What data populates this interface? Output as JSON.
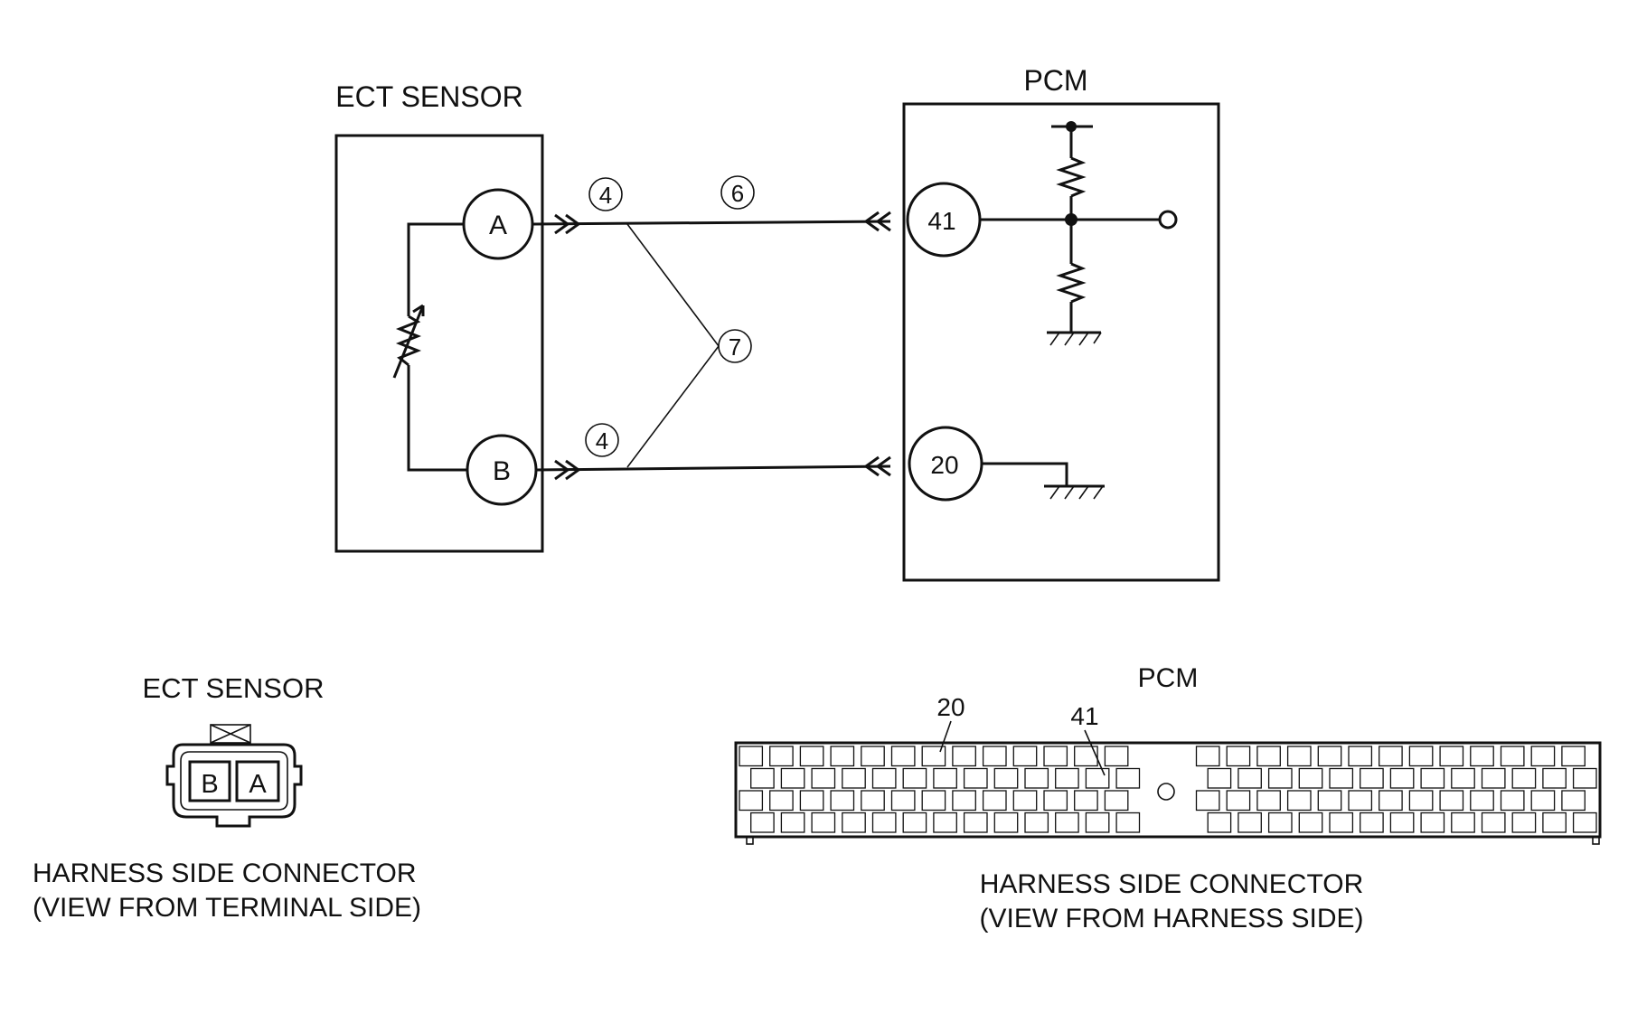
{
  "schematic": {
    "ect_title": "ECT SENSOR",
    "pcm_title": "PCM",
    "pin_a": "A",
    "pin_b": "B",
    "pin_41": "41",
    "pin_20": "20",
    "callout_4_top": "4",
    "callout_6": "6",
    "callout_7": "7",
    "callout_4_bottom": "4"
  },
  "ect_connector": {
    "title": "ECT SENSOR",
    "term_b": "B",
    "term_a": "A",
    "caption_line1": "HARNESS SIDE CONNECTOR",
    "caption_line2": "(VIEW FROM TERMINAL SIDE)"
  },
  "pcm_connector": {
    "title": "PCM",
    "pin_20_label": "20",
    "pin_41_label": "41",
    "caption_line1": "HARNESS SIDE CONNECTOR",
    "caption_line2": "(VIEW FROM HARNESS SIDE)"
  },
  "colors": {
    "ink": "#111111",
    "paper": "#ffffff"
  }
}
